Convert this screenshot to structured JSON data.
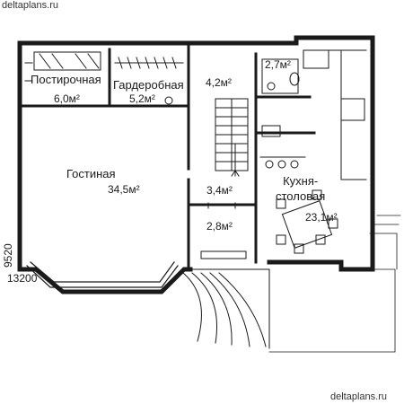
{
  "watermark": {
    "top": "deltaplans.ru",
    "bottom": "deltaplans.ru"
  },
  "dimensions": {
    "width": "13200",
    "depth": "9520"
  },
  "rooms": [
    {
      "name": "Постирочная",
      "area": "6,0м²"
    },
    {
      "name": "Гардеробная",
      "area": "5,2м²"
    },
    {
      "name": "",
      "area": "4,2м²"
    },
    {
      "name": "",
      "area": "2,7м²"
    },
    {
      "name": "Гостиная",
      "area": "34,5м²"
    },
    {
      "name": "",
      "area": "3,4м²"
    },
    {
      "name": "",
      "area": "2,8м²"
    },
    {
      "name": "Кухня-\nстоловая",
      "area": "23,1м²"
    }
  ]
}
